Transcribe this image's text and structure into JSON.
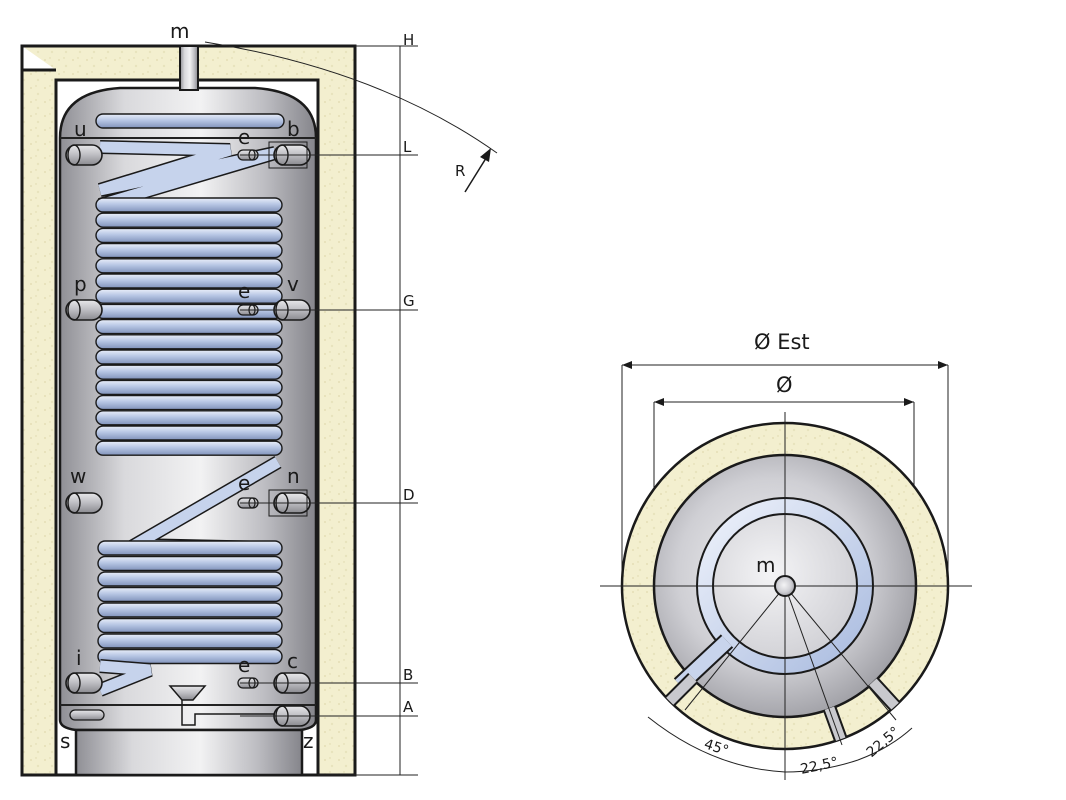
{
  "side_view": {
    "top_label": "m",
    "radius_label": "R",
    "level_labels": [
      "H",
      "L",
      "G",
      "D",
      "B",
      "A"
    ],
    "port_labels": {
      "u": "u",
      "b": "b",
      "p": "p",
      "v": "v",
      "w": "w",
      "n": "n",
      "i": "i",
      "c": "c",
      "s": "s",
      "z": "z",
      "e": "e"
    }
  },
  "top_view": {
    "outer_diameter_label": "Ø Est",
    "inner_diameter_label": "Ø",
    "center_label": "m",
    "angle_labels": [
      "45°",
      "22,5°",
      "22,5°"
    ]
  },
  "colors": {
    "insulation": "#f3efcf",
    "tank_steel": "#c9c9cd",
    "coil": "#b8c8e6",
    "outline": "#1a1a1a"
  }
}
